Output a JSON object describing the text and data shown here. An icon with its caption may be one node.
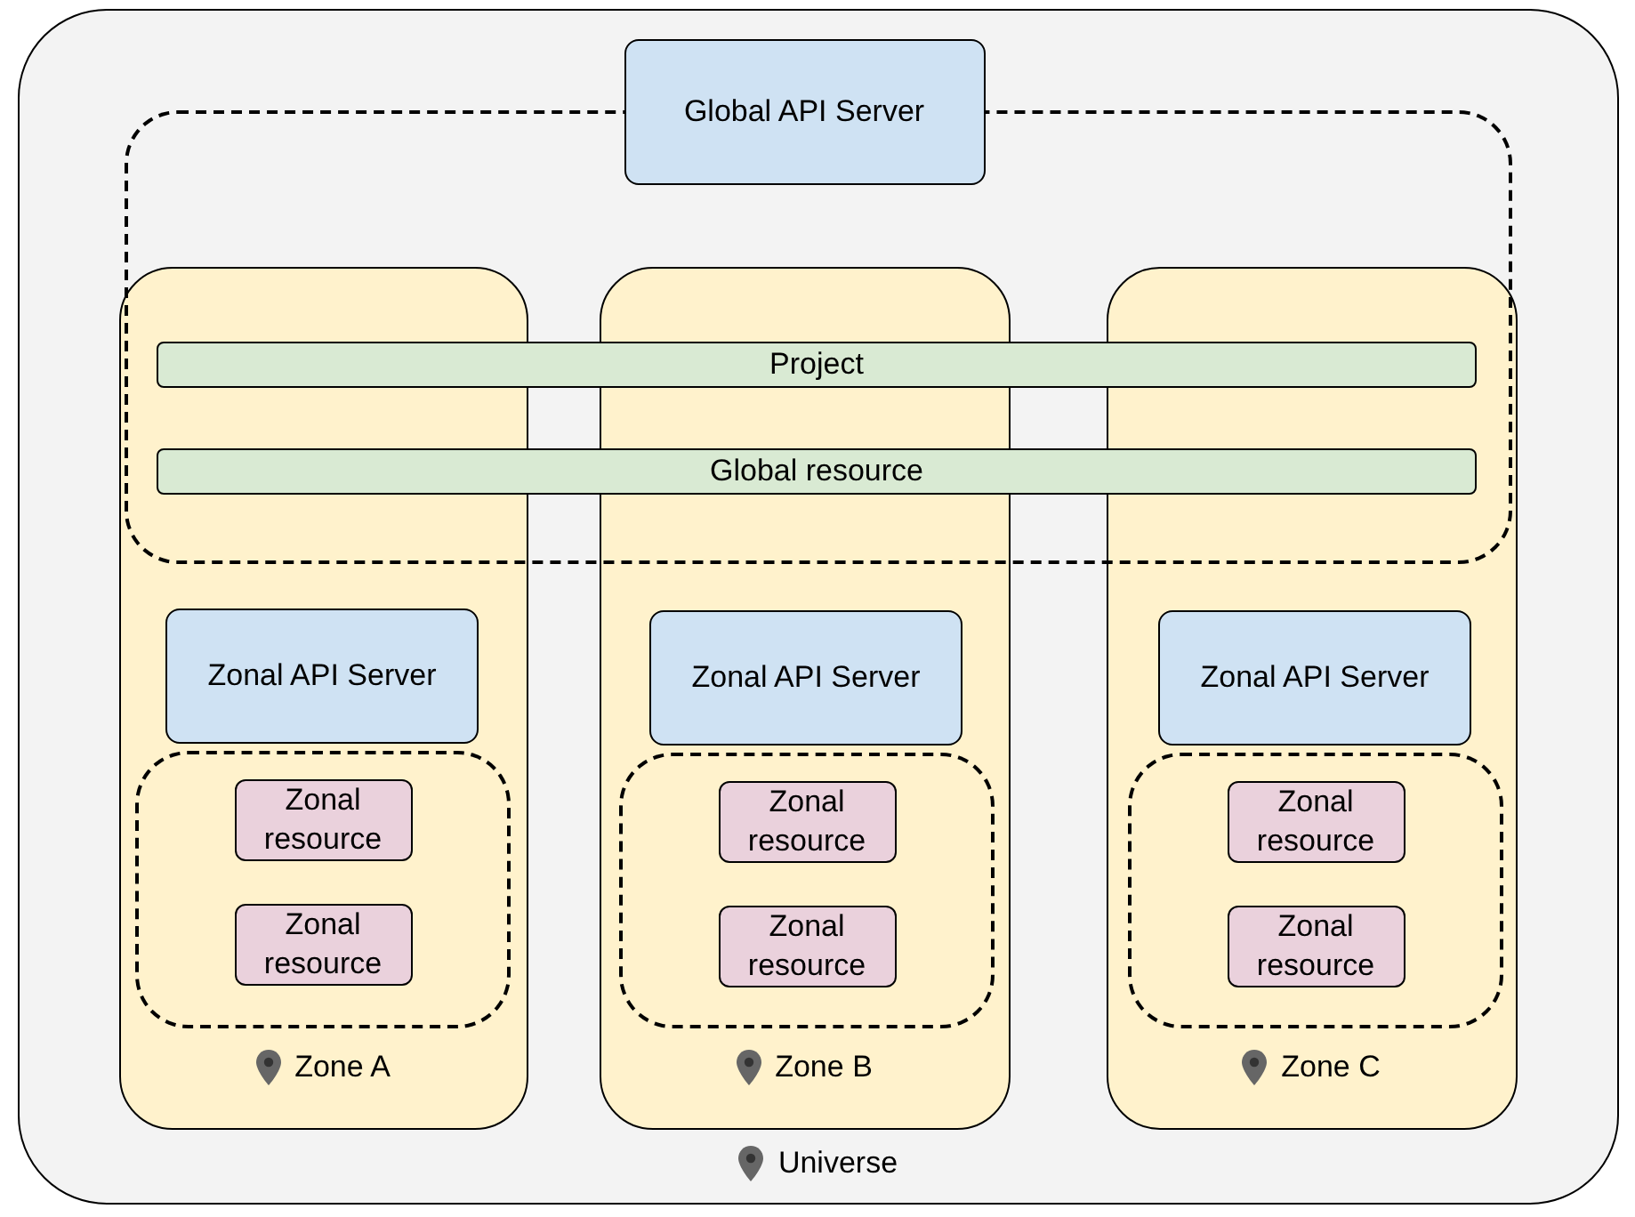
{
  "diagram": {
    "nodes": [
      {
        "text": [
          "Universe"
        ]
      },
      {
        "text": [
          "Global API Server"
        ],
        "in": 0
      },
      {
        "text": [],
        "shape": "box",
        "in": 0
      },
      {
        "text": [
          "Project"
        ],
        "in": 2
      },
      {
        "text": [
          "Global resource"
        ],
        "in": 2
      },
      {
        "text": [
          "Zone A"
        ],
        "in": 0
      },
      {
        "text": [
          "Zonal API Server"
        ],
        "in": 5
      },
      {
        "text": [],
        "shape": "box",
        "in": 5
      },
      {
        "text": [
          "Zonal resource"
        ],
        "in": 7
      },
      {
        "text": [
          "Zonal resource"
        ],
        "in": 7
      },
      {
        "text": [
          "Zone B"
        ],
        "in": 0
      },
      {
        "text": [
          "Zonal API Server"
        ],
        "in": 10
      },
      {
        "text": [],
        "shape": "box",
        "in": 10
      },
      {
        "text": [
          "Zonal resource"
        ],
        "in": 12
      },
      {
        "text": [
          "Zonal resource"
        ],
        "in": 12
      },
      {
        "text": [
          "Zone C"
        ],
        "in": 0
      },
      {
        "text": [
          "Zonal API Server"
        ],
        "in": 15
      },
      {
        "text": [],
        "shape": "box",
        "in": 15
      },
      {
        "text": [
          "Zonal resource"
        ],
        "in": 17
      },
      {
        "text": [
          "Zonal resource"
        ],
        "in": 17
      }
    ]
  }
}
